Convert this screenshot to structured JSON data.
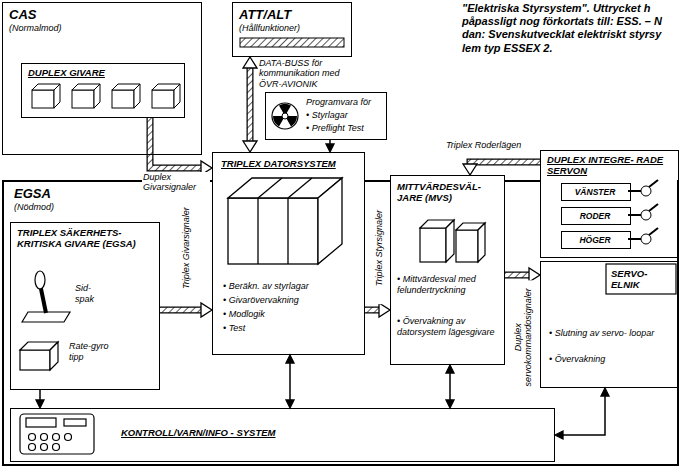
{
  "diagram": {
    "caption": "\"Elektriska Styrsystem\". Uttrycket h påpassligt nog förkortats till: ESS. – N dan: Svenskutvecklat elektriskt styrsy lem typ ESSEX 2.",
    "nodes": [
      {
        "text": [
          "CAS",
          "(Normalmod)"
        ]
      },
      {
        "text": [
          "DUPLEX GIVARE"
        ],
        "in": 0
      },
      {
        "text": [
          "ATT/ALT",
          "(Hållfunktioner)"
        ]
      },
      {
        "text": [
          "EGSA",
          "(Nödmod)"
        ]
      },
      {
        "text": [
          "TRIPLEX SÄKERHETS- KRITISKA GIVARE (EGSA)",
          "Sid- spak",
          "Rate-gyro tipp"
        ],
        "in": 3
      },
      {
        "text": [
          "Programvara för",
          "• Styrlagar",
          "• Preflight Test"
        ]
      },
      {
        "text": [
          "TRIPLEX DATORSYSTEM",
          "• Beräkn. av styrlagar",
          "• Givarövervakning",
          "• Modlogik",
          "• Test"
        ]
      },
      {
        "text": [
          "MITTVÄRDESVÄL- JARE (MVS)",
          "• Mittvärdesval med felundertryckning",
          "• Övervakning av datorsystem lägesgivare"
        ]
      },
      {
        "text": [
          "DUPLEX INTEGRE- RADE SERVON"
        ]
      },
      {
        "text": [
          "VÄNSTER"
        ],
        "in": 8
      },
      {
        "text": [
          "RODER"
        ],
        "in": 8
      },
      {
        "text": [
          "HÖGER"
        ],
        "in": 8
      },
      {
        "text": [
          "SERVO- ELNIK",
          "• Slutning av servo- loopar",
          "• Övervakning"
        ]
      },
      {
        "text": [
          "KONTROLL/VARN/INFO - SYSTEM"
        ],
        "in": 3
      }
    ],
    "edges": [
      {
        "from": 1,
        "to": 6,
        "arrow": "to",
        "label": "Duplex Givarsignaler"
      },
      {
        "from": 2,
        "to": 6,
        "arrow": "both",
        "label": "DATA-BUSS för kommunikation med ÖVR-AVIONIK"
      },
      {
        "from": 4,
        "to": 6,
        "arrow": "to",
        "label": "Triplex Givarsignaler"
      },
      {
        "from": 6,
        "to": 7,
        "arrow": "to",
        "label": "Triplex Styrsignaler"
      },
      {
        "from": 7,
        "to": 12,
        "arrow": "to",
        "label": "Duplex servokommandosignaler"
      },
      {
        "from": 8,
        "to": 7,
        "arrow": "to",
        "label": "Triplex Roderlägen"
      },
      {
        "from": 5,
        "to": 6,
        "arrow": "to"
      },
      {
        "from": 13,
        "to": 6,
        "arrow": "both"
      },
      {
        "from": 13,
        "to": 7,
        "arrow": "both"
      },
      {
        "from": 13,
        "to": 12,
        "arrow": "both"
      },
      {
        "from": 4,
        "to": 13,
        "arrow": "to"
      }
    ]
  }
}
